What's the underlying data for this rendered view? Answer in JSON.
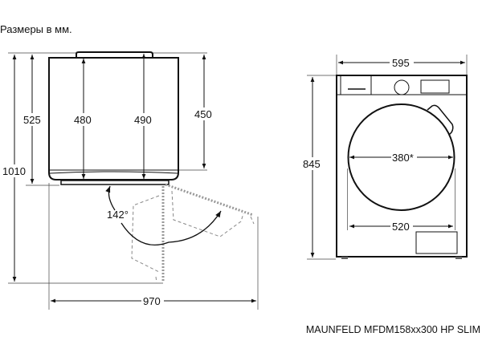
{
  "header": {
    "units_note": "Размеры в мм."
  },
  "top_view": {
    "dim_total_depth": "1010",
    "dim_depth_with_door": "525",
    "dim_depth_480": "480",
    "dim_depth_490": "490",
    "dim_depth_450": "450",
    "door_angle": "142°",
    "dim_total_width_open": "970"
  },
  "front_view": {
    "dim_width": "595",
    "dim_height": "845",
    "dim_door_opening": "380*",
    "dim_door_width": "520"
  },
  "caption": {
    "model": "MAUNFELD MFDM158xx300 HP SLIM"
  }
}
